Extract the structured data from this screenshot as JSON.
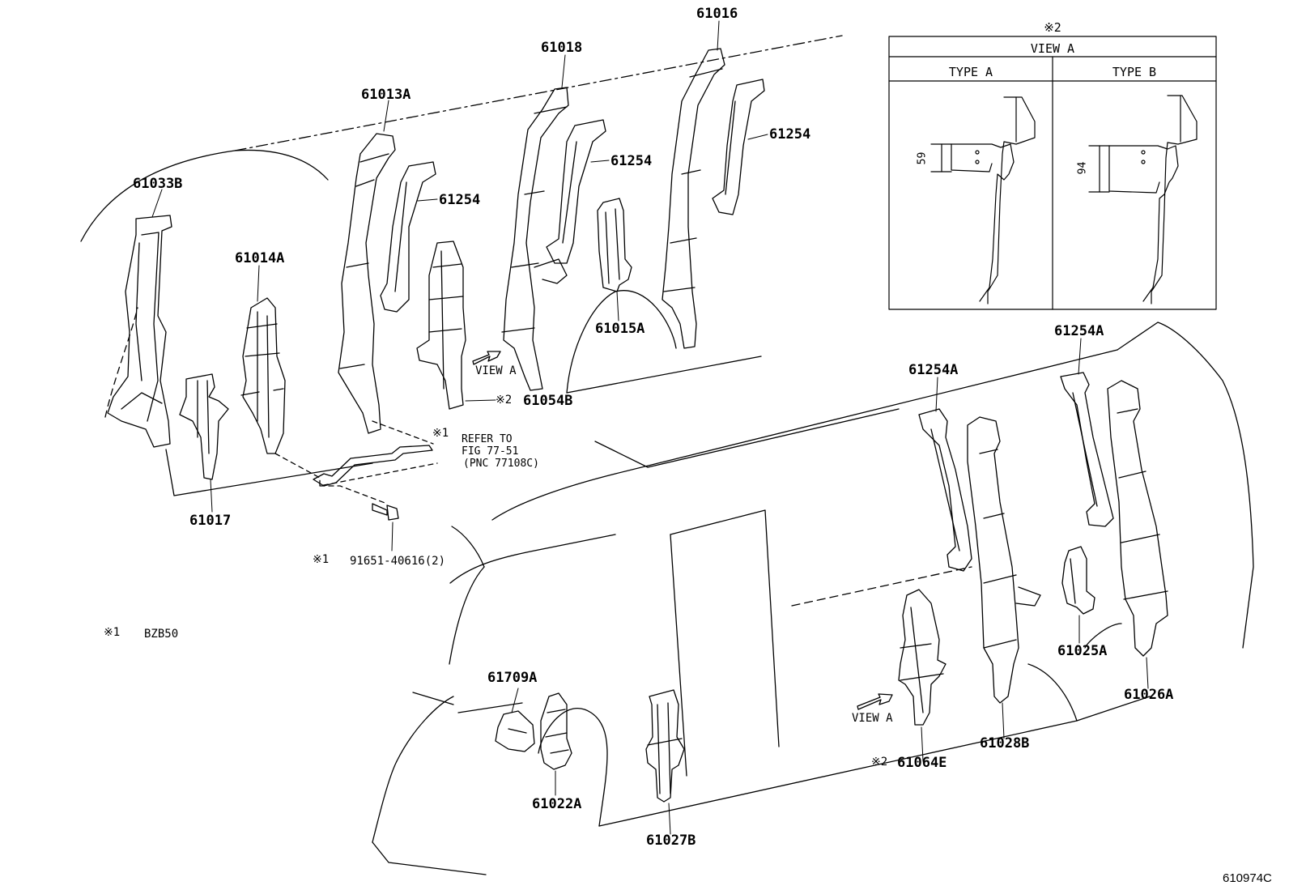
{
  "parts": [
    {
      "id": "p61016",
      "code": "61016"
    },
    {
      "id": "p61018",
      "code": "61018"
    },
    {
      "id": "p61013A",
      "code": "61013A"
    },
    {
      "id": "p61254a",
      "code": "61254"
    },
    {
      "id": "p61254b",
      "code": "61254"
    },
    {
      "id": "p61254c",
      "code": "61254"
    },
    {
      "id": "p61033B",
      "code": "61033B"
    },
    {
      "id": "p61014A",
      "code": "61014A"
    },
    {
      "id": "p61015A",
      "code": "61015A"
    },
    {
      "id": "p61054B",
      "code": "61054B"
    },
    {
      "id": "p61017",
      "code": "61017"
    },
    {
      "id": "p61254A1",
      "code": "61254A"
    },
    {
      "id": "p61254A2",
      "code": "61254A"
    },
    {
      "id": "p61025A",
      "code": "61025A"
    },
    {
      "id": "p61026A",
      "code": "61026A"
    },
    {
      "id": "p61028B",
      "code": "61028B"
    },
    {
      "id": "p61064E",
      "code": "61064E"
    },
    {
      "id": "p61709A",
      "code": "61709A"
    },
    {
      "id": "p61022A",
      "code": "61022A"
    },
    {
      "id": "p61027B",
      "code": "61027B"
    }
  ],
  "marks": {
    "note1": "※1",
    "note2": "※2"
  },
  "view_a_arrow_1": "VIEW A",
  "view_a_arrow_2": "VIEW A",
  "refer": {
    "line1": "REFER TO",
    "line2": "FIG 77-51",
    "line3": "(PNC 77108C)"
  },
  "bolt": {
    "code": "91651-40616(2)"
  },
  "footnote": {
    "mark": "※1",
    "text": "BZB50"
  },
  "inset": {
    "mark": "※2",
    "title": "VIEW A",
    "type_a": "TYPE  A",
    "type_b": "TYPE  B",
    "dim_a": "59",
    "dim_b": "94"
  },
  "diagram_id": "610974C"
}
